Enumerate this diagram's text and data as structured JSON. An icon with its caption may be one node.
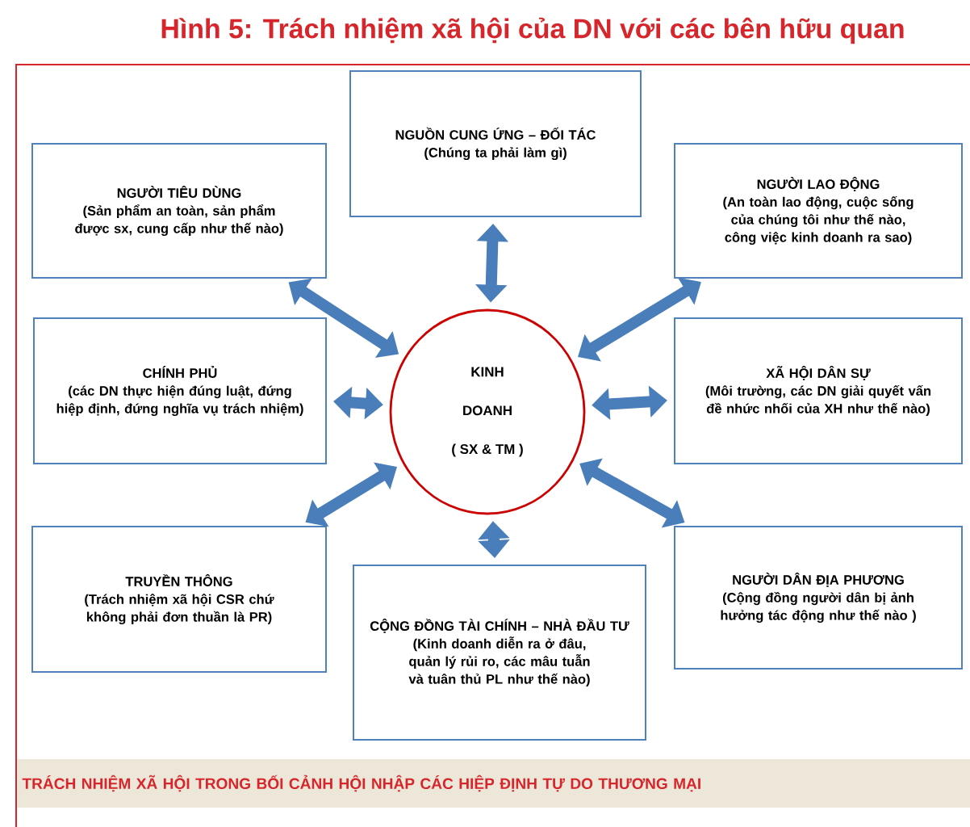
{
  "diagram": {
    "title": "Hình 5: Trách nhiệm xã hội của DN với các bên hữu quan",
    "nodes": [
      {
        "text": [
          "KINH",
          "DOANH",
          "( SX & TM )"
        ]
      },
      {
        "text": [
          "NGUỒN CUNG ỨNG – ĐỐI TÁC",
          "(Chúng ta phải làm gì)"
        ]
      },
      {
        "text": [
          "NGƯỜI TIÊU DÙNG",
          "(Sản phẩm an toàn, sản phẩm được sx, cung cấp như thế nào)"
        ]
      },
      {
        "text": [
          "NGƯỜI LAO ĐỘNG",
          "(An toàn lao động, cuộc sống của chúng tôi như thế nào, công việc kinh doanh ra sao)"
        ]
      },
      {
        "text": [
          "CHÍNH PHỦ",
          "(các DN thực hiện đúng luật, đứng hiệp định, đứng nghĩa vụ trách nhiệm)"
        ]
      },
      {
        "text": [
          "XÃ HỘI DÂN SỰ",
          "(Môi trường, các DN giải quyết vấn đề nhức nhối của XH như thế nào)"
        ]
      },
      {
        "text": [
          "TRUYỀN THÔNG",
          "(Trách nhiệm xã hội CSR chứ không phải đơn thuần là PR)"
        ]
      },
      {
        "text": [
          "NGƯỜI DÂN ĐỊA PHƯƠNG",
          "(Cộng đồng người dân bị ảnh hưởng tác động như thế nào )"
        ]
      },
      {
        "text": [
          "CỘNG ĐỒNG TÀI CHÍNH – NHÀ ĐẦU TƯ",
          "(Kinh doanh diễn ra ở đâu, quản lý rủi ro, các mâu tuẫn và tuân thủ PL như thế nào)"
        ]
      },
      {
        "text": [
          "TRÁCH NHIỆM XÃ HỘI TRONG BỐI CẢNH HỘI NHẬP CÁC HIỆP ĐỊNH TỰ DO THƯƠNG MẠI"
        ]
      }
    ],
    "edges": [
      {
        "from": 0,
        "to": 1,
        "arrow": "both"
      },
      {
        "from": 0,
        "to": 2,
        "arrow": "both"
      },
      {
        "from": 0,
        "to": 3,
        "arrow": "both"
      },
      {
        "from": 0,
        "to": 4,
        "arrow": "both"
      },
      {
        "from": 0,
        "to": 5,
        "arrow": "both"
      },
      {
        "from": 0,
        "to": 6,
        "arrow": "both"
      },
      {
        "from": 0,
        "to": 7,
        "arrow": "both"
      },
      {
        "from": 0,
        "to": 8,
        "arrow": "both"
      }
    ]
  }
}
